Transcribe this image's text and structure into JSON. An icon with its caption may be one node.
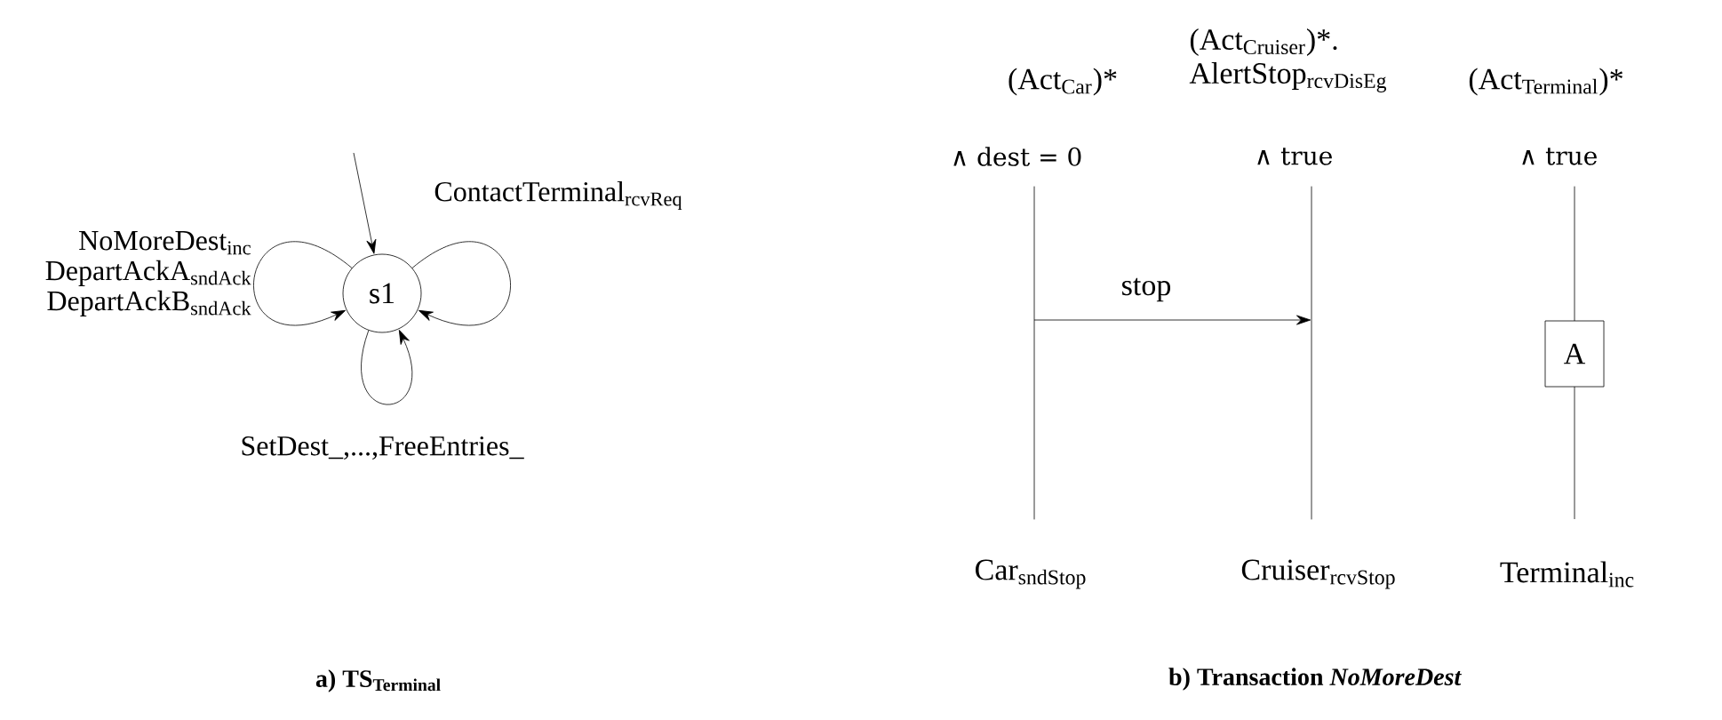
{
  "diagram": {
    "nodes": [
      {
        "text": [
          "s1"
        ]
      },
      {
        "text": [],
        "shape": "bar",
        "beside": [
          "(Act$_{Car}$)*",
          "∧ dest = 0"
        ]
      },
      {
        "text": [],
        "shape": "bar",
        "beside": [
          "(Act$_{Cruiser}$)*. AlertStop$_{rcvDisEg}$",
          "∧ true"
        ]
      },
      {
        "text": [],
        "shape": "bar",
        "beside": [
          "(Act$_{Terminal}$)*",
          "∧ true"
        ]
      },
      {
        "text": [
          "A"
        ]
      }
    ],
    "edges": [
      {
        "from": null,
        "to": 0,
        "arrow": "to"
      },
      {
        "from": 0,
        "to": 0,
        "arrow": "to",
        "label": "NoMoreDest$_{inc}$ DepartAckA$_{sndAck}$ DepartAckB$_{sndAck}$"
      },
      {
        "from": 0,
        "to": 0,
        "arrow": "to",
        "label": "ContactTerminal$_{rcvReq}$"
      },
      {
        "from": 0,
        "to": 0,
        "arrow": "to",
        "label": "SetDest_,...,FreeEntries_"
      },
      {
        "from": 1,
        "to": 2,
        "arrow": "to",
        "label": "stop"
      }
    ],
    "labels": [
      "Car$_{sndStop}$",
      "Cruiser$_{rcvStop}$",
      "Terminal$_{inc}$",
      "a) TS$_{Terminal}$",
      "b) Transaction *NoMoreDest*"
    ]
  }
}
